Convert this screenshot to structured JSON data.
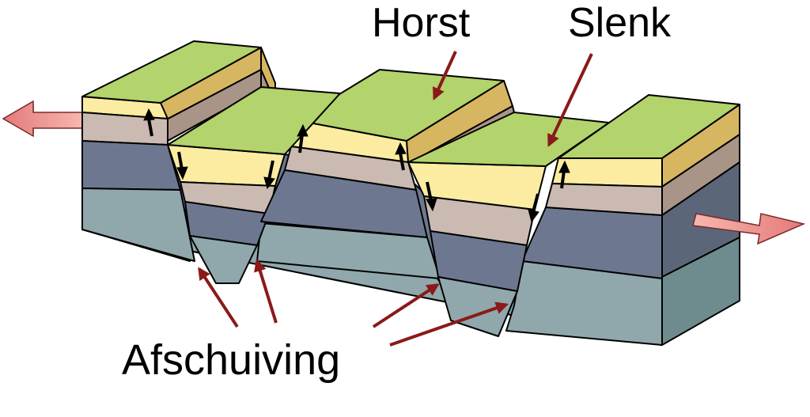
{
  "labels": {
    "horst": "Horst",
    "slenk": "Slenk",
    "afschuiving": "Afschuiving"
  },
  "colors": {
    "grass_top": "#b3d36c",
    "sand_front": "#fbeca1",
    "sand_side": "#d7b661",
    "clay_front": "#cbbab2",
    "clay_side": "#a89588",
    "slate_front": "#6d7890",
    "slate_side": "#5b6678",
    "teal_front": "#90a8ab",
    "teal_side": "#6e8c8e",
    "pointer_arrow": "#8a1a1a",
    "pull_arrow": "#e58b8b",
    "motion_arrow": "#000000"
  },
  "icons": {
    "extension_left": "left-arrow-icon",
    "extension_right": "right-arrow-icon",
    "motion": "arrow-icon"
  }
}
